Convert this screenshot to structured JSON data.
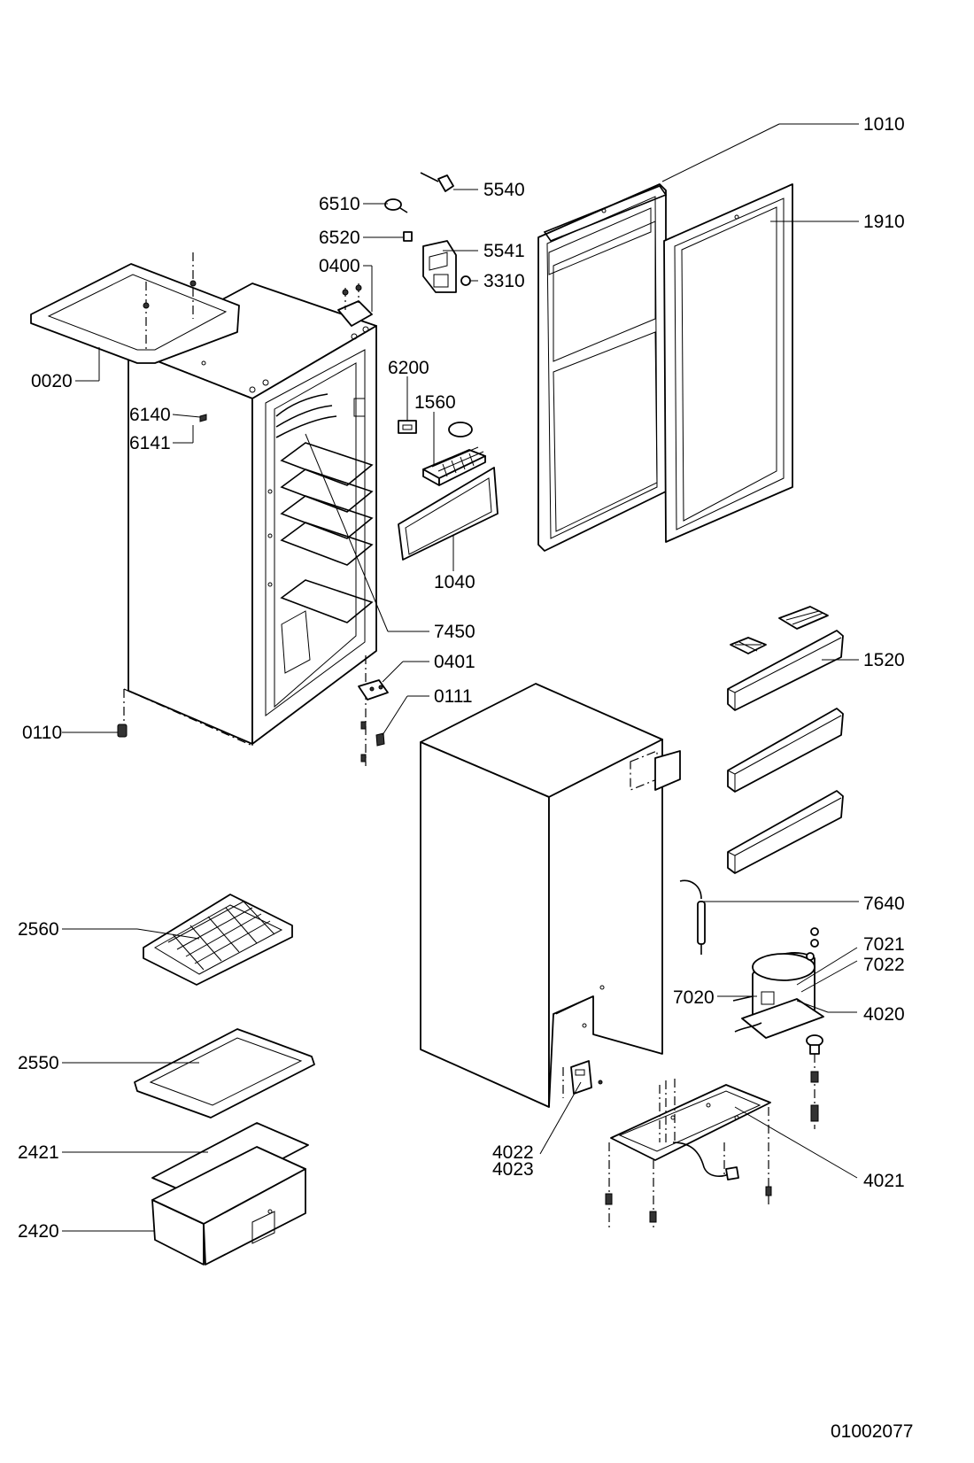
{
  "labels": {
    "p1010": "1010",
    "p5540": "5540",
    "p1910": "1910",
    "p6510": "6510",
    "p6520": "6520",
    "p5541": "5541",
    "p0400": "0400",
    "p3310": "3310",
    "p0020": "0020",
    "p6200": "6200",
    "p1560": "1560",
    "p6140": "6140",
    "p6141": "6141",
    "p1040": "1040",
    "p7450": "7450",
    "p1520": "1520",
    "p0401": "0401",
    "p0111": "0111",
    "p0110": "0110",
    "p7640": "7640",
    "p2560": "2560",
    "p7021": "7021",
    "p7022": "7022",
    "p7020": "7020",
    "p4020": "4020",
    "p2550": "2550",
    "p4022": "4022",
    "p4023": "4023",
    "p2421": "2421",
    "p4021": "4021",
    "p2420": "2420"
  },
  "drawing_number": "01002077"
}
